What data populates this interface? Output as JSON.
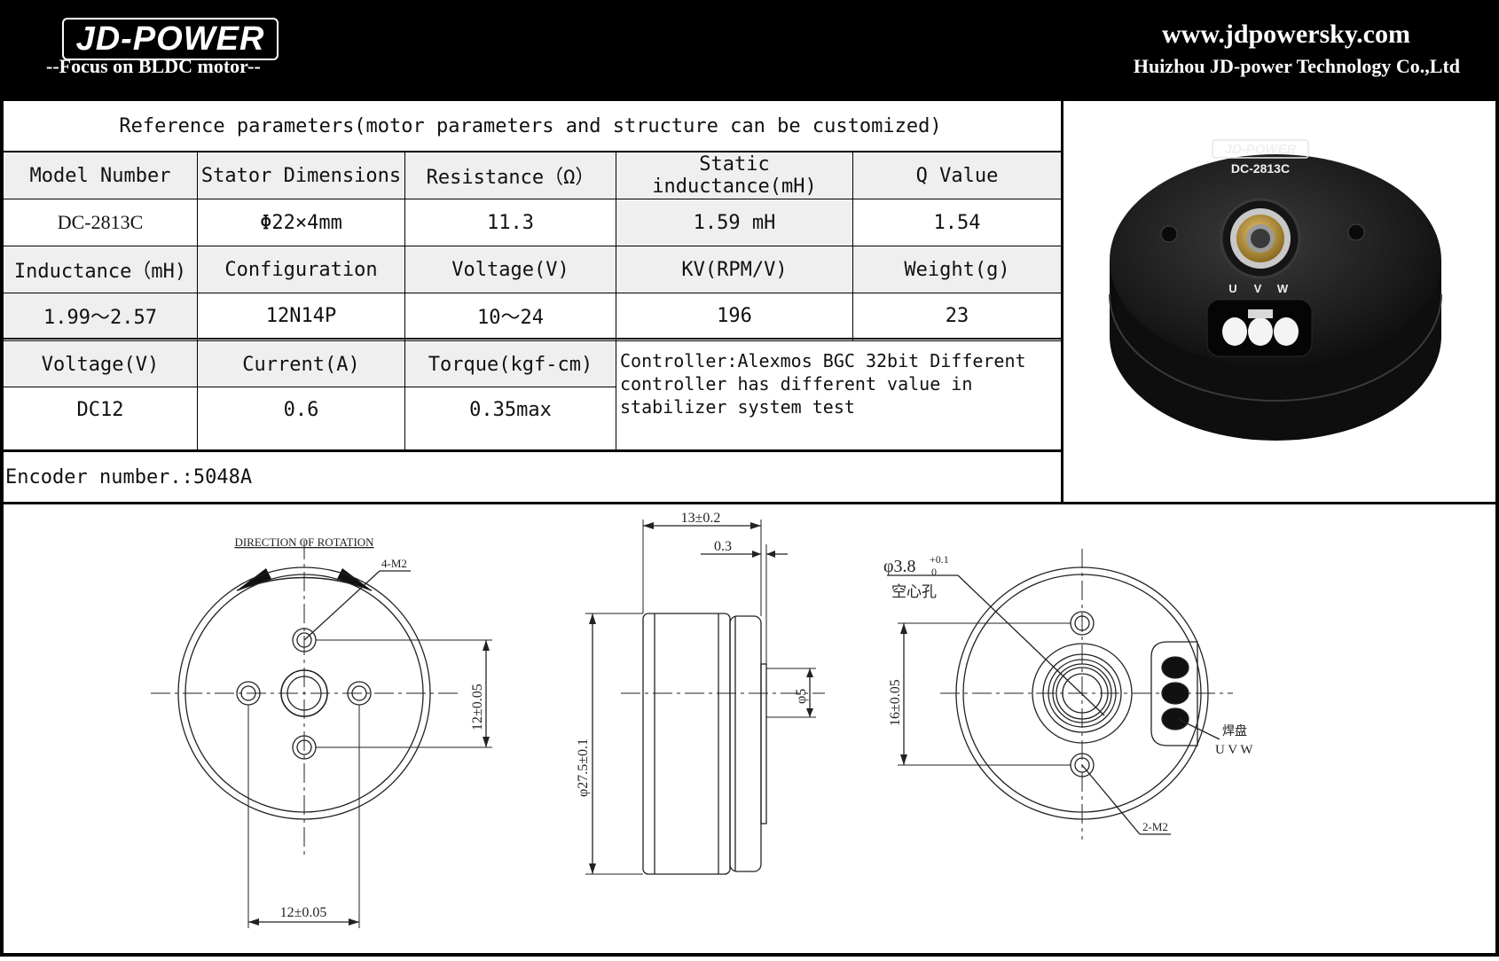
{
  "header": {
    "logo_text": "JD-POWER",
    "tagline": "--Focus on BLDC motor--",
    "website": "www.jdpowersky.com",
    "company": "Huizhou JD-power Technology Co.,Ltd"
  },
  "table": {
    "title": "Reference parameters(motor parameters and structure can be customized)",
    "row1_headers": [
      "Model Number",
      "Stator Dimensions",
      "Resistance（Ω）",
      "Static inductance(mH)",
      "Q Value"
    ],
    "row1_values": [
      "DC-2813C",
      "Φ22×4mm",
      "11.3",
      "1.59 mH",
      "1.54"
    ],
    "row2_headers": [
      "Inductance（mH)",
      "Configuration",
      "Voltage(V)",
      "KV(RPM/V)",
      "Weight(g)"
    ],
    "row2_values": [
      "1.99～2.57",
      "12N14P",
      "10～24",
      "196",
      "23"
    ],
    "row3_headers": [
      "Voltage(V)",
      "Current(A)",
      "Torque(kgf-cm)"
    ],
    "row3_values": [
      "DC12",
      "0.6",
      "0.35max"
    ],
    "controller_note": "Controller:Alexmos BGC 32bit Different controller has different value in stabilizer system test",
    "encoder": "Encoder number.:5048A"
  },
  "photo": {
    "logo_text": "JD-POWER",
    "model": "DC-2813C",
    "pad_labels": [
      "U",
      "V",
      "W"
    ]
  },
  "drawing": {
    "rotation_label": "DIRECTION OF ROTATION",
    "holes_4": "4-M2",
    "dim_12_v": "12±0.05",
    "dim_12_h": "12±0.05",
    "dim_13": "13±0.2",
    "dim_03": "0.3",
    "dim_275": "φ27.5±0.1",
    "dim_5": "φ5",
    "hole_dia": "φ3.8",
    "hole_tol_top": "+0.1",
    "hole_tol_bot": "0",
    "hole_cn": "空心孔",
    "dim_16": "16±0.05",
    "pad_cn": "焊盘",
    "uvw": "U V W",
    "holes_2": "2-M2"
  }
}
